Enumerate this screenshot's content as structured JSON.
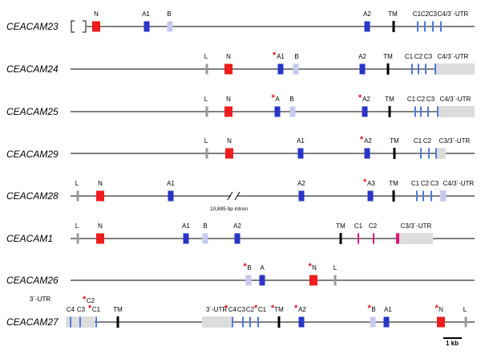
{
  "colors": {
    "n_domain": "#ee1c1c",
    "a_domain": "#2a35c8",
    "b_domain": "#c7c9ee",
    "tm": "#000000",
    "c_exon": "#4f79dc",
    "c_exon_pink": "#e0147c",
    "utr": "#dcdcdc",
    "leader": "#9a9a9a",
    "star": "#e0141d"
  },
  "genes": [
    {
      "name": "CEACAM23",
      "labels": [
        {
          "text": "N",
          "star": false
        },
        {
          "text": "A1",
          "star": false
        },
        {
          "text": "B",
          "star": false
        },
        {
          "text": "A2",
          "star": false
        },
        {
          "text": "TM",
          "star": false
        },
        {
          "text": "C1",
          "star": false
        },
        {
          "text": "C2",
          "star": false
        },
        {
          "text": "C3",
          "star": false
        },
        {
          "text": "C4/3´-UTR",
          "star": false
        }
      ]
    },
    {
      "name": "CEACAM24",
      "labels": [
        {
          "text": "L",
          "star": false
        },
        {
          "text": "N",
          "star": false
        },
        {
          "text": "A1",
          "star": true
        },
        {
          "text": "B",
          "star": false
        },
        {
          "text": "A2",
          "star": false
        },
        {
          "text": "TM",
          "star": false
        },
        {
          "text": "C1",
          "star": false
        },
        {
          "text": "C2",
          "star": false
        },
        {
          "text": "C3",
          "star": false
        },
        {
          "text": "C4/3´-UTR",
          "star": false
        }
      ]
    },
    {
      "name": "CEACAM25",
      "labels": [
        {
          "text": "L",
          "star": false
        },
        {
          "text": "N",
          "star": false
        },
        {
          "text": "A",
          "star": true
        },
        {
          "text": "B",
          "star": false
        },
        {
          "text": "A2",
          "star": true
        },
        {
          "text": "TM",
          "star": false
        },
        {
          "text": "C1",
          "star": false
        },
        {
          "text": "C2",
          "star": false
        },
        {
          "text": "C3",
          "star": false
        },
        {
          "text": "C4/3´-UTR",
          "star": false
        }
      ]
    },
    {
      "name": "CEACAM29",
      "labels": [
        {
          "text": "L",
          "star": false
        },
        {
          "text": "N",
          "star": false
        },
        {
          "text": "A1",
          "star": false
        },
        {
          "text": "A2",
          "star": true
        },
        {
          "text": "TM",
          "star": false
        },
        {
          "text": "C1",
          "star": false
        },
        {
          "text": "C2",
          "star": false
        },
        {
          "text": "C3/3´-UTR",
          "star": false
        }
      ]
    },
    {
      "name": "CEACAM28",
      "labels": [
        {
          "text": "L",
          "star": false
        },
        {
          "text": "N",
          "star": false
        },
        {
          "text": "A1",
          "star": false
        },
        {
          "text": "A2",
          "star": false
        },
        {
          "text": "A3",
          "star": true
        },
        {
          "text": "TM",
          "star": false
        },
        {
          "text": "C1",
          "star": false
        },
        {
          "text": "C2",
          "star": false
        },
        {
          "text": "C3",
          "star": false
        },
        {
          "text": "C4/3´-UTR",
          "star": false
        }
      ],
      "intron_note": "10,895 bp intron"
    },
    {
      "name": "CEACAM1",
      "labels": [
        {
          "text": "L",
          "star": false
        },
        {
          "text": "N",
          "star": false
        },
        {
          "text": "A1",
          "star": false
        },
        {
          "text": "B",
          "star": false
        },
        {
          "text": "A2",
          "star": false
        },
        {
          "text": "TM",
          "star": false
        },
        {
          "text": "C1",
          "star": false
        },
        {
          "text": "C2",
          "star": false
        },
        {
          "text": "C3/3´-UTR",
          "star": false
        }
      ]
    },
    {
      "name": "CEACAM26",
      "labels": [
        {
          "text": "B",
          "star": true
        },
        {
          "text": "A",
          "star": false
        },
        {
          "text": "N",
          "star": true
        },
        {
          "text": "L",
          "star": false
        }
      ]
    },
    {
      "name": "CEACAM27",
      "labels": [
        {
          "text": "3´-UTR",
          "star": false
        },
        {
          "text": "C2",
          "star": true
        },
        {
          "text": "C4",
          "star": false
        },
        {
          "text": "C3",
          "star": false
        },
        {
          "text": "C1",
          "star": true
        },
        {
          "text": "TM",
          "star": false
        },
        {
          "text": "3´-UTR",
          "star": false
        },
        {
          "text": "C4",
          "star": true
        },
        {
          "text": "C3",
          "star": false
        },
        {
          "text": "C2",
          "star": false
        },
        {
          "text": "C1",
          "star": true
        },
        {
          "text": "TM",
          "star": true
        },
        {
          "text": "A2",
          "star": true
        },
        {
          "text": "B",
          "star": true
        },
        {
          "text": "A1",
          "star": false
        },
        {
          "text": "N",
          "star": true
        },
        {
          "text": "L",
          "star": false
        }
      ]
    }
  ],
  "scale_bar": {
    "label": "1 kb"
  }
}
